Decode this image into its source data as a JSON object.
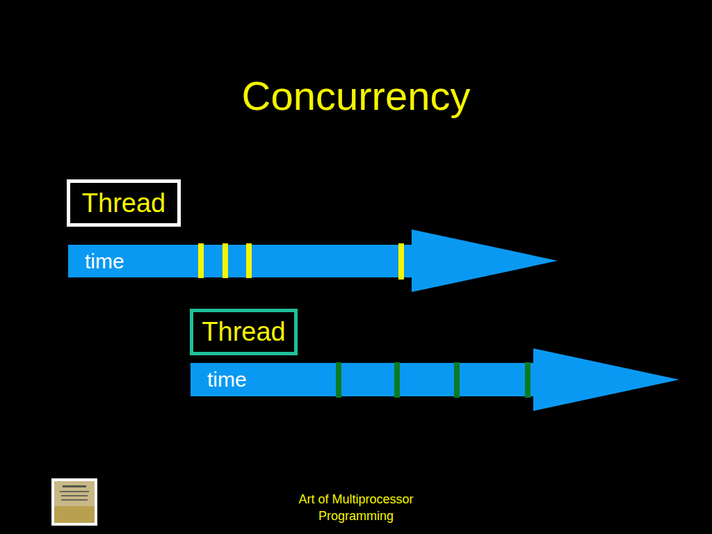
{
  "diagram": {
    "title": "Concurrency",
    "nodes": [
      {
        "text": [
          "Thread"
        ]
      },
      {
        "text": [
          "time"
        ]
      },
      {
        "text": [
          "Thread"
        ]
      },
      {
        "text": [
          "time"
        ]
      }
    ],
    "labels": [
      "Art of Multiprocessor Programming"
    ]
  }
}
